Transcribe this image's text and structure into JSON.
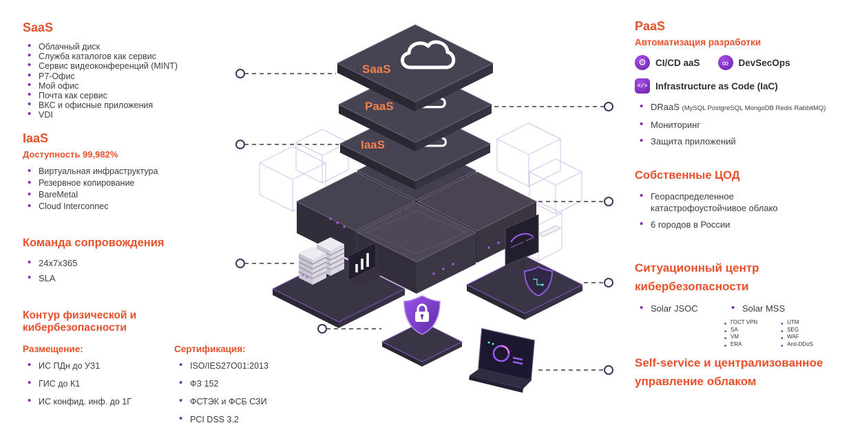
{
  "colors": {
    "orange": "#E8512D",
    "purple": "#7C2EA6"
  },
  "left": {
    "saas": {
      "title": "SaaS",
      "items": [
        "Облачный диск",
        "Служба каталогов как сервис",
        "Сервис видеоконференций (MINT)",
        "Р7-Офис",
        "Мой офис",
        "Почта как сервис",
        "ВКС и офисные приложения",
        "VDI"
      ]
    },
    "iaas": {
      "title": "IaaS",
      "availability": "Доступность 99,982%",
      "items": [
        "Виртуальная инфраструктура",
        "Резервное копирование",
        "BareMetal",
        "Cloud Interconnec"
      ]
    },
    "team": {
      "title": "Команда сопровождения",
      "items": [
        "24x7x365",
        "SLA"
      ]
    },
    "security": {
      "title": "Контур физической и кибербезопасности",
      "placement": {
        "title": "Размещение:",
        "items": [
          "ИС ПДн до УЗ1",
          "ГИС до К1",
          "ИС конфид. инф. до 1Г"
        ]
      },
      "certification": {
        "title": "Сертификация:",
        "items": [
          "ISO/IES27O01:2013",
          "ФЗ 152",
          "ФСТЭК и ФСБ СЗИ",
          "PCI DSS 3.2"
        ]
      }
    }
  },
  "center": {
    "layers": [
      "SaaS",
      "PaaS",
      "IaaS"
    ]
  },
  "right": {
    "paas": {
      "title": "PaaS",
      "subtitle": "Автоматизация разработки",
      "badges": [
        {
          "label": "CI/CD aaS",
          "glyph": "⚙"
        },
        {
          "label": "DevSecOps",
          "glyph": "∞"
        },
        {
          "label": "Infrastructure as Code (IaC)",
          "glyph": "</>"
        }
      ],
      "list": [
        {
          "text": "DRaaS",
          "note": "(MySQL PostgreSQL MongoDB Redis RabbitMQ)"
        },
        {
          "text": "Мониторинг"
        },
        {
          "text": "Защита приложений"
        }
      ]
    },
    "datacenters": {
      "title": "Собственные ЦОД",
      "items": [
        "Геораспределенное катастрофоустойчивое облако",
        "6 городов в России"
      ]
    },
    "soc": {
      "title_line1": "Ситуационный центр",
      "title_line2": "кибербезопасности",
      "items": [
        "Solar JSOC",
        "Solar MSS"
      ],
      "mss_left": [
        "ГОСТ VPN",
        "SA",
        "VM",
        "ERA"
      ],
      "mss_right": [
        "UTM",
        "SEG",
        "WAF",
        "Anti-DDoS"
      ]
    },
    "selfservice": {
      "title_line1": "Self-service и централизованное",
      "title_line2": "управление облаком"
    }
  }
}
